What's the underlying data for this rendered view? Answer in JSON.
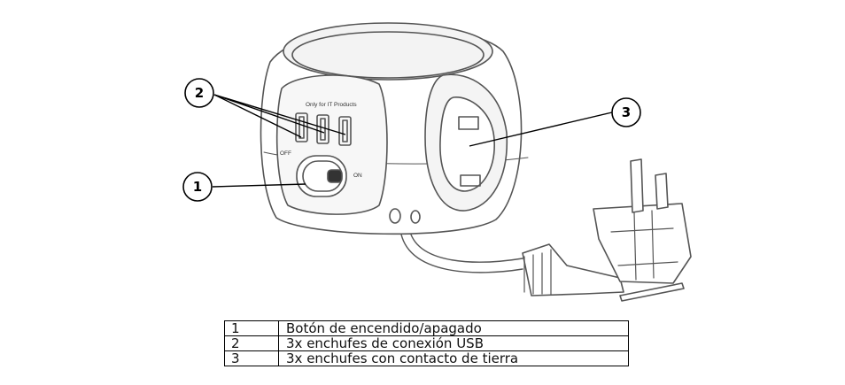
{
  "figure": {
    "usb_caption": "Only for IT Products",
    "switch_off_label": "OFF",
    "switch_on_label": "ON",
    "callouts": [
      "1",
      "2",
      "3"
    ]
  },
  "legend": {
    "rows": [
      {
        "num": "1",
        "desc": "Botón de encendido/apagado"
      },
      {
        "num": "2",
        "desc": "3x enchufes de conexión USB"
      },
      {
        "num": "3",
        "desc": "3x enchufes con contacto de tierra"
      }
    ]
  }
}
